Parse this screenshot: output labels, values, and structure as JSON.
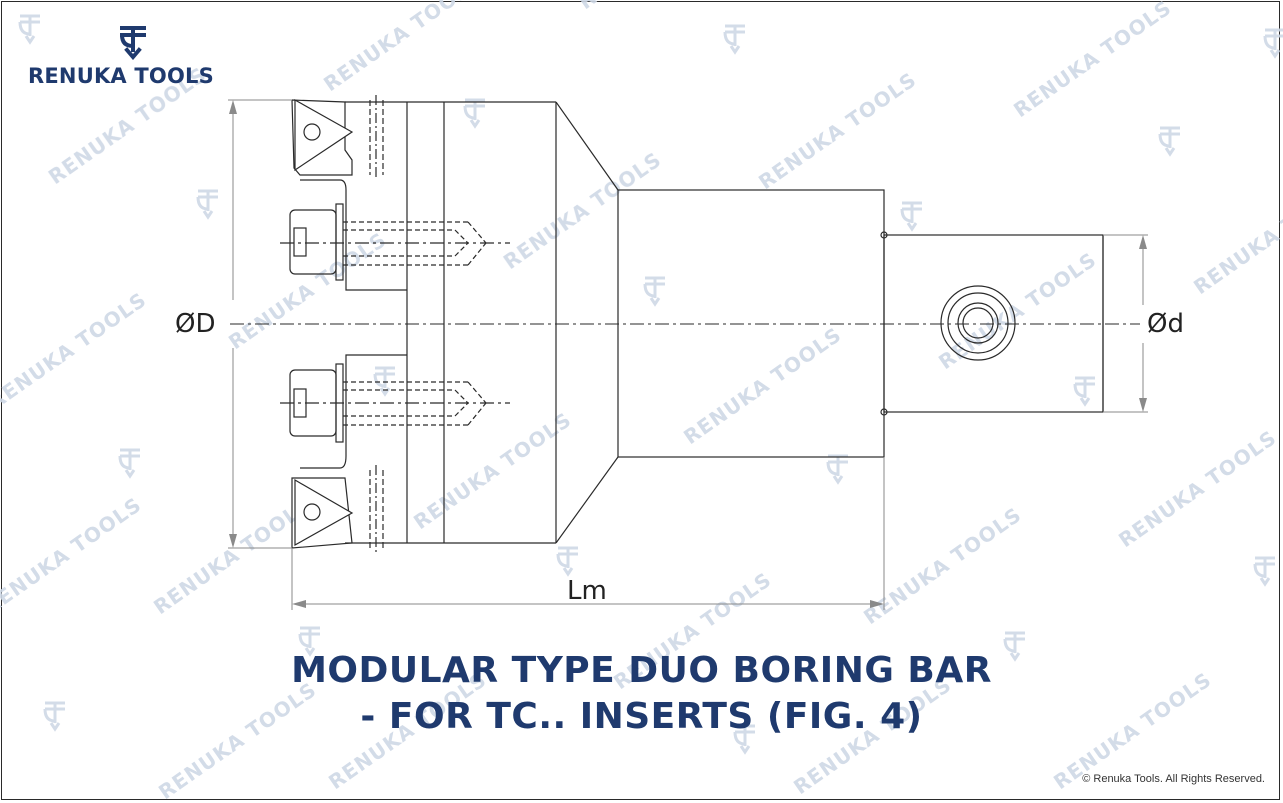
{
  "logo": {
    "name": "RENUKA TOOLS",
    "mark_icon": "renuka-monogram-icon"
  },
  "watermark": {
    "text": "RENUKA TOOLS",
    "mark_icon": "renuka-monogram-icon",
    "color": "#cfd8e6"
  },
  "drawing": {
    "dim_outer_diameter": "ØD",
    "dim_shank_diameter": "Ød",
    "dim_length": "Lm"
  },
  "title": {
    "line1": "MODULAR TYPE DUO BORING BAR",
    "line2": "- FOR TC.. INSERTS (FIG. 4)"
  },
  "footer": {
    "copyright": "© Renuka Tools. All Rights Reserved."
  },
  "colors": {
    "brand": "#1f3a6e",
    "line": "#2a2a2a",
    "watermark": "#cfd8e6"
  }
}
